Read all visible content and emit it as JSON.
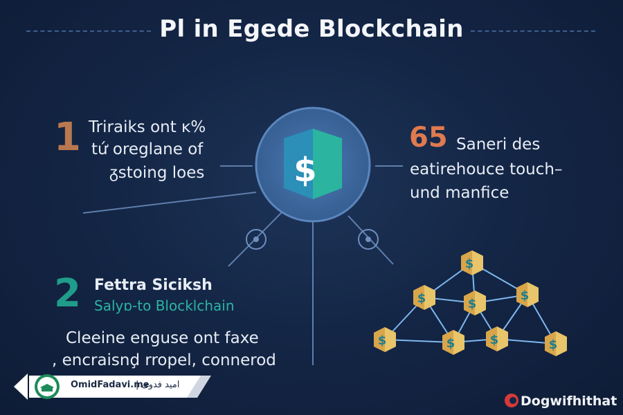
{
  "title": "Pl in Egede Blockchain",
  "point1": {
    "number": "1",
    "lines": [
      "Triraiks ont ᴋ%",
      "tứ oreglane of",
      "ᵹstoing loes"
    ]
  },
  "point65": {
    "number": "65",
    "lines": [
      "Saneri des",
      "eatirehouce touch–",
      "und manfice"
    ]
  },
  "point2": {
    "number": "2",
    "heading": "Fettra Sicіksh",
    "subheading": "Salyɒ-to Blocklchain"
  },
  "caption": {
    "line1": "Cleeine enguse ont faxe",
    "line2": ", encraisnḑ rropel, connerod"
  },
  "center_icon": {
    "symbol": "$",
    "name": "dollar-cube-icon"
  },
  "network_node_symbol": "$",
  "footer": {
    "site": "OmidFadavi.me",
    "divider": "|",
    "persian": "امید فدوی"
  },
  "brand": "Dogwifhithat",
  "colors": {
    "number1": "#b9784f",
    "number65": "#e07a4f",
    "number2": "#1f9c8a",
    "accent_teal": "#2bb5a0",
    "node_gold": "#d9a54a"
  }
}
